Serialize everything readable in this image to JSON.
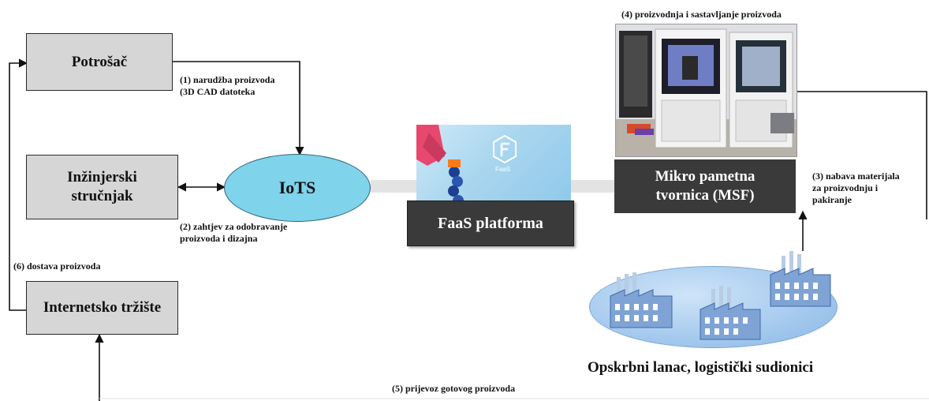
{
  "nodes": {
    "potrosac": "Potrošač",
    "inzinjerski_line1": "Inžinjerski",
    "inzinjerski_line2": "stručnjak",
    "internetsko": "Internetsko tržište",
    "iots": "IoTS",
    "faas_platforma": "FaaS platforma",
    "faas_logo_text": "FaaS",
    "msf_line1": "Mikro pametna",
    "msf_line2": "tvornica (MSF)",
    "supply_chain": "Opskrbni lanac, logistički sudionici"
  },
  "labels": {
    "step1_line1": "(1) narudžba proizvoda",
    "step1_line2": "(3D CAD datoteka",
    "step2_line1": "(2) zahtjev za odobravanje",
    "step2_line2": "proizvoda i dizajna",
    "step3_line1": "(3) nabava materijala",
    "step3_line2": "za proizvodnju i",
    "step3_line3": "pakiranje",
    "step4": "(4) proizvodnja i sastavljanje proizvoda",
    "step5": "(5) prijevoz gotovog proizvoda",
    "step6": "(6) dostava proizvoda"
  },
  "colors": {
    "box_fill": "#d6d6d6",
    "iots_fill": "#7fd3ea",
    "banner_fill": "#3a3a3a",
    "supply_chain_fill": "#a4c9ee"
  }
}
